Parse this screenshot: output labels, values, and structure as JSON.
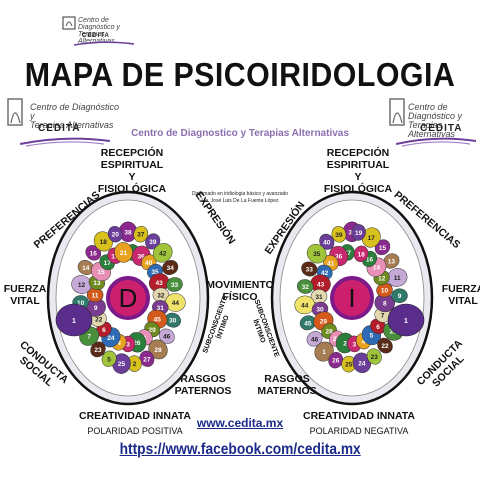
{
  "title": "MAPA DE PSICOIRIDOLOGIA",
  "logos": [
    {
      "line1": "Centro de Diagnóstico y",
      "line2": "Terapias Alternativas",
      "brand": "CEDITA"
    }
  ],
  "subtitle": "Centro de Diagnostico y Terapias Alternativas",
  "diploma": {
    "line1": "Diplomado en iridiologia básico y avanzado",
    "line2": "Lic. José Luis De La Fuente López"
  },
  "left_iris": {
    "letter": "D",
    "labels": {
      "top": "RECEPCIÓN\nESPIRITUAL\nY\nFISIOLÓGICA",
      "preferencias": "PREFERENCIAS",
      "expresion": "EXPRESIÓN",
      "fuerza": "FUERZA\nVITAL",
      "conducta": "CONDUCTA\nSOCIAL",
      "subconsciente": "SUBCONSCIENTE\nÍNTIMO",
      "rasgos": "RASGOS\nPATERNOS",
      "creatividad": "CREATIVIDAD INNATA",
      "polaridad": "POLARIDAD POSITIVA"
    },
    "numbers": [
      "38",
      "41",
      "37",
      "36",
      "39",
      "40",
      "42",
      "35",
      "34",
      "43",
      "33",
      "32",
      "44",
      "31",
      "30",
      "45",
      "46",
      "29",
      "28",
      "1",
      "27",
      "26",
      "2",
      "3",
      "25",
      "4",
      "5",
      "24",
      "23",
      "6",
      "7",
      "22",
      "8",
      "9",
      "10",
      "11",
      "12",
      "13",
      "14",
      "15",
      "16",
      "17",
      "18",
      "19",
      "20",
      "21"
    ]
  },
  "right_iris": {
    "letter": "I",
    "labels": {
      "top": "RECEPCIÓN\nESPIRITUAL\nY\nFISIOLÓGICA",
      "preferencias": "PREFERENCIAS",
      "expresion": "EXPRESIÓN",
      "fuerza": "FUERZA\nVITAL",
      "conducta": "CONDUCTA\nSOCIAL",
      "subconsciente": "SUBCONSCIENTE\nÍNTIMO",
      "rasgos": "RASGOS\nMATERNOS",
      "creatividad": "CREATIVIDAD INNATA",
      "polaridad": "POLARIDAD NEGATIVA"
    },
    "numbers": [
      "38",
      "37",
      "39",
      "36",
      "40",
      "41",
      "35",
      "42",
      "33",
      "43",
      "32",
      "31",
      "44",
      "30",
      "45",
      "29",
      "46",
      "28",
      "1",
      "27",
      "26",
      "2",
      "25",
      "3",
      "24",
      "4",
      "23",
      "5",
      "22",
      "6",
      "21",
      "7",
      "20",
      "8",
      "9",
      "10",
      "11",
      "12",
      "13",
      "14",
      "15",
      "16",
      "17",
      "18",
      "19"
    ]
  },
  "center_label": "MOVIMIENTO\nFÍSICO",
  "website": "www.cedita.mx",
  "facebook": "https://www.facebook.com/cedita.mx",
  "colors": {
    "iris_ring": "#e9e9ef",
    "iris_outline": "#111111",
    "pupil_left": "#cc1f6e",
    "pupil_right": "#cc1f6e",
    "pupil_ring": "#7c1a8a",
    "zone_palette": [
      "#8a2a8e",
      "#2a7f3a",
      "#d9c11d",
      "#c8286d",
      "#6b3f99",
      "#e8a21f",
      "#a0c53a",
      "#2f6bb5",
      "#5a2b18",
      "#b31d2b",
      "#4a8f3c",
      "#e3d8b0",
      "#f0e36b",
      "#7a3c8f",
      "#2f7a6a",
      "#d35a1a",
      "#c5a9d6",
      "#6e8b1f",
      "#a67c52",
      "#e88fb5"
    ]
  }
}
